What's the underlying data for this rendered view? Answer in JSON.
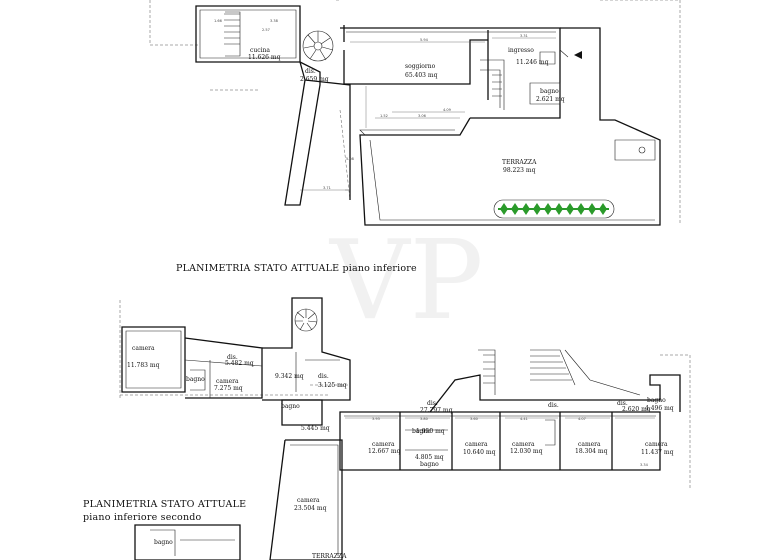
{
  "titles": {
    "lower_floor": "PLANIMETRIA STATO ATTUALE piano inferiore",
    "second_line1": "PLANIMETRIA STATO ATTUALE",
    "second_line2": "piano inferiore secondo"
  },
  "watermark": "VP",
  "upper_plan": {
    "rooms": [
      {
        "id": "cucina",
        "name": "cucina",
        "area": "11.626 mq"
      },
      {
        "id": "dis",
        "name": "dis.",
        "area": "2.659 mq"
      },
      {
        "id": "soggiorno",
        "name": "soggiorno",
        "area": "65.403 mq"
      },
      {
        "id": "ingresso",
        "name": "ingresso",
        "area": "11.246 mq"
      },
      {
        "id": "bagno",
        "name": "bagno",
        "area": "2.621 mq"
      },
      {
        "id": "terrazza",
        "name": "TERRAZZA",
        "area": "98.223 mq"
      }
    ],
    "dims": [
      "5.94",
      "3.31",
      "1.52",
      "3.06",
      "3.71",
      "4.09",
      "5.08",
      "2.57",
      "3.38",
      "1.66"
    ]
  },
  "lower_plan": {
    "rooms": [
      {
        "id": "camera1",
        "name": "camera",
        "area": "11.783 mq"
      },
      {
        "id": "dis1",
        "name": "dis.",
        "area": "5.482 mq"
      },
      {
        "id": "bagno1",
        "name": "bagno",
        "area": ""
      },
      {
        "id": "camera2",
        "name": "camera",
        "area": "7.275 mq"
      },
      {
        "id": "c9342",
        "name": "",
        "area": "9.342 mq"
      },
      {
        "id": "dis2",
        "name": "dis.",
        "area": "3.125 mq"
      },
      {
        "id": "bagno2",
        "name": "bagno",
        "area": "5.445 mq"
      },
      {
        "id": "dis3",
        "name": "dis.",
        "area": "27.797 mq"
      },
      {
        "id": "dis4",
        "name": "dis.",
        "area": ""
      },
      {
        "id": "camera3",
        "name": "camera",
        "area": "12.667 mq"
      },
      {
        "id": "bagno3",
        "name": "bagno",
        "area": "1.950 mq"
      },
      {
        "id": "bagno4",
        "name": "bagno",
        "area": "4.805 mq"
      },
      {
        "id": "camera4",
        "name": "camera",
        "area": "10.640 mq"
      },
      {
        "id": "camera5",
        "name": "camera",
        "area": "12.030 mq"
      },
      {
        "id": "camera6",
        "name": "camera",
        "area": "18.304 mq"
      },
      {
        "id": "dis5",
        "name": "dis.",
        "area": "2.620 mq"
      },
      {
        "id": "bagno5",
        "name": "bagno",
        "area": "4.496 mq"
      },
      {
        "id": "camera7",
        "name": "camera",
        "area": "11.437 mq"
      },
      {
        "id": "camera8",
        "name": "camera",
        "area": "23.504 mq"
      },
      {
        "id": "terrazza2",
        "name": "TERRAZZA",
        "area": ""
      },
      {
        "id": "bagno6",
        "name": "bagno",
        "area": ""
      }
    ],
    "dims": [
      "3.93",
      "3.80",
      "3.60",
      "4.07",
      "3.34",
      "4.41"
    ]
  }
}
